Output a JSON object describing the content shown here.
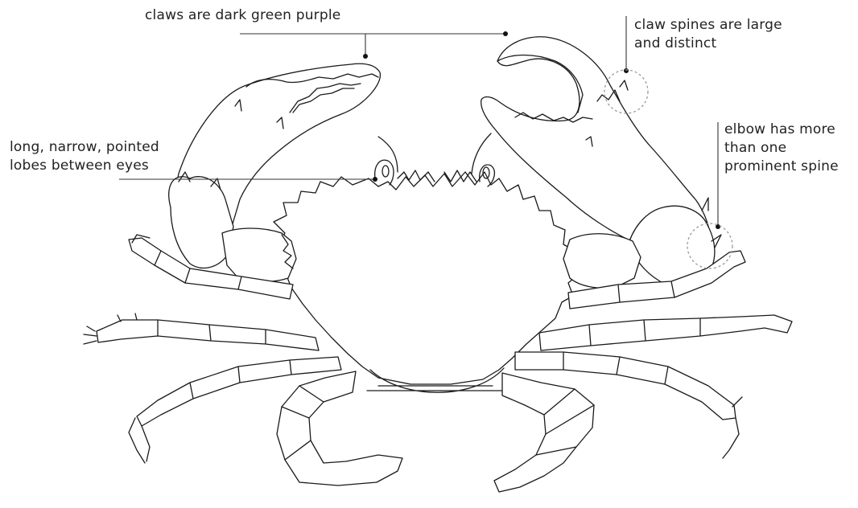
{
  "annotations": {
    "claws": {
      "text": "claws are dark green purple"
    },
    "lobes": {
      "lines": [
        "long, narrow, pointed",
        "lobes between eyes"
      ]
    },
    "claw_spines": {
      "lines": [
        "claw spines are large",
        "and distinct"
      ]
    },
    "elbow": {
      "lines": [
        "elbow has more",
        "than one",
        "prominent spine"
      ]
    }
  },
  "colors": {
    "outline": "#1a1a1a",
    "label_text": "#222222",
    "highlight_circle": "#9a9a9a"
  }
}
